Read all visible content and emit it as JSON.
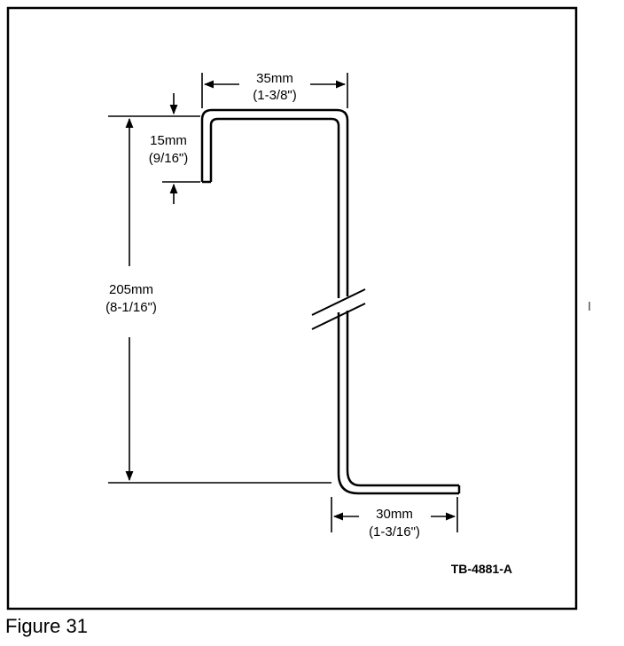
{
  "figure": {
    "caption": "Figure 31",
    "reference_code": "TB-4881-A"
  },
  "dimensions": {
    "top_width": {
      "metric": "35mm",
      "imperial": "(1-3/8\")"
    },
    "flange_height": {
      "metric": "15mm",
      "imperial": "(9/16\")"
    },
    "overall_height": {
      "metric": "205mm",
      "imperial": "(8-1/16\")"
    },
    "bottom_foot": {
      "metric": "30mm",
      "imperial": "(1-3/16\")"
    }
  }
}
